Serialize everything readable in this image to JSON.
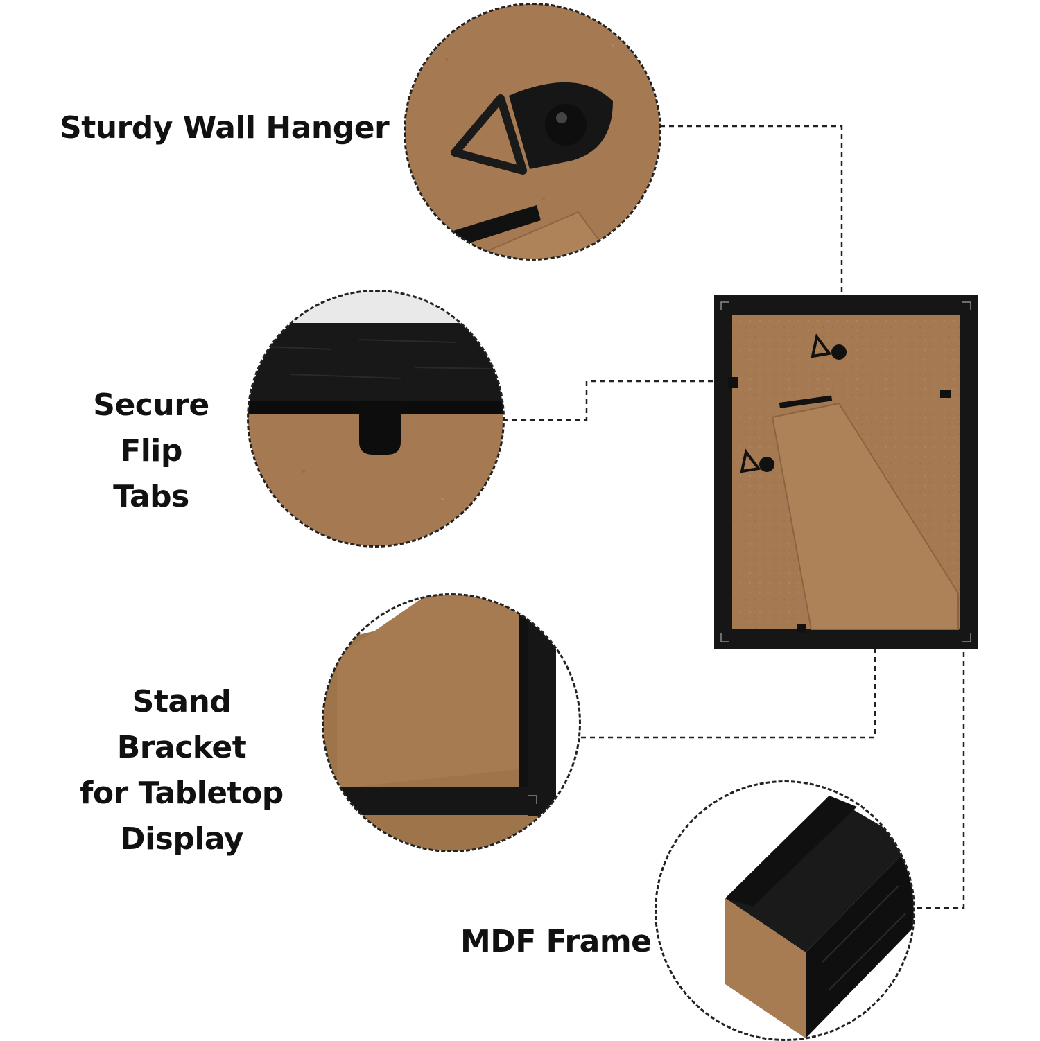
{
  "features": [
    {
      "id": "hanger",
      "label": "Sturdy Wall Hanger"
    },
    {
      "id": "tabs",
      "label": "Secure\nFlip Tabs"
    },
    {
      "id": "stand",
      "label": "Stand Bracket\nfor Tabletop\nDisplay"
    },
    {
      "id": "mdf",
      "label": "MDF Frame"
    }
  ],
  "colors": {
    "kraft": "#a57a52",
    "kraft_dark": "#8f6643",
    "frame_black": "#151515",
    "connector": "#222222"
  }
}
